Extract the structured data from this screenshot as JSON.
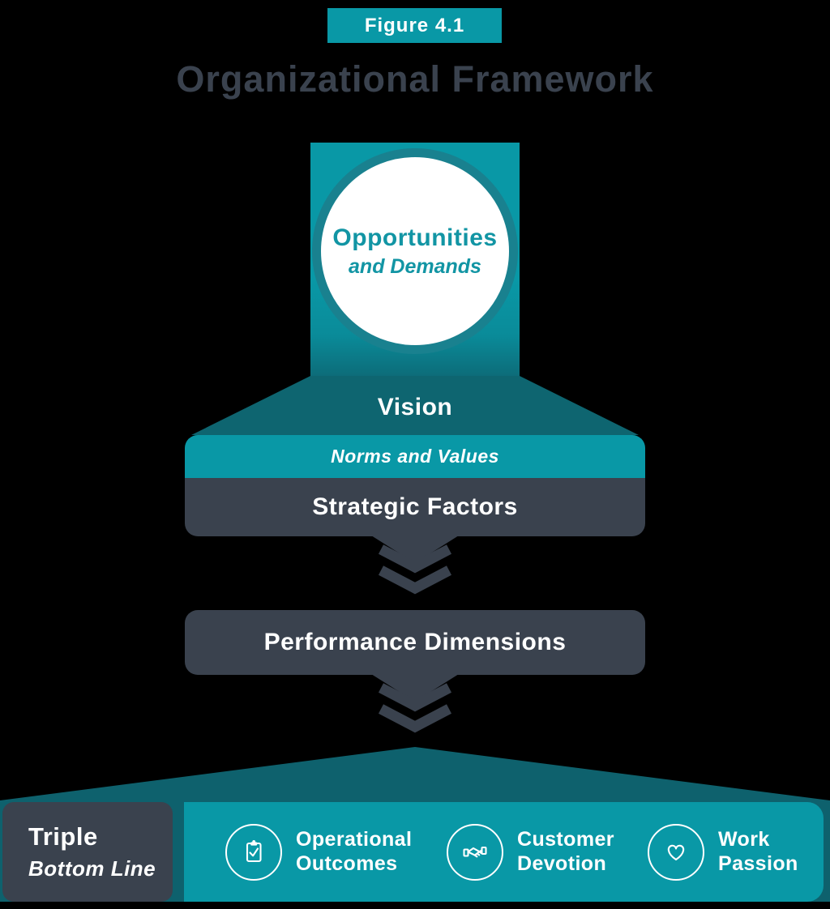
{
  "colors": {
    "teal": "#0998a6",
    "teal_dark": "#0e6570",
    "teal_darker": "#0e616d",
    "teal_text": "#1295a4",
    "circle_border": "#19818f",
    "charcoal": "#3a424e",
    "white": "#ffffff",
    "background": "#000000"
  },
  "figure_label": "Figure 4.1",
  "title": "Organizational Framework",
  "funnel": {
    "circle_title": "Opportunities",
    "circle_subtitle": "and Demands",
    "vision_label": "Vision",
    "norms_label": "Norms and Values",
    "strategic_label": "Strategic Factors"
  },
  "performance_label": "Performance Dimensions",
  "bottom": {
    "left_title": "Triple",
    "left_subtitle": "Bottom Line",
    "items": [
      {
        "icon": "clipboard-check-icon",
        "line1": "Operational",
        "line2": "Outcomes"
      },
      {
        "icon": "handshake-icon",
        "line1": "Customer",
        "line2": "Devotion"
      },
      {
        "icon": "heart-icon",
        "line1": "Work",
        "line2": "Passion"
      }
    ]
  }
}
